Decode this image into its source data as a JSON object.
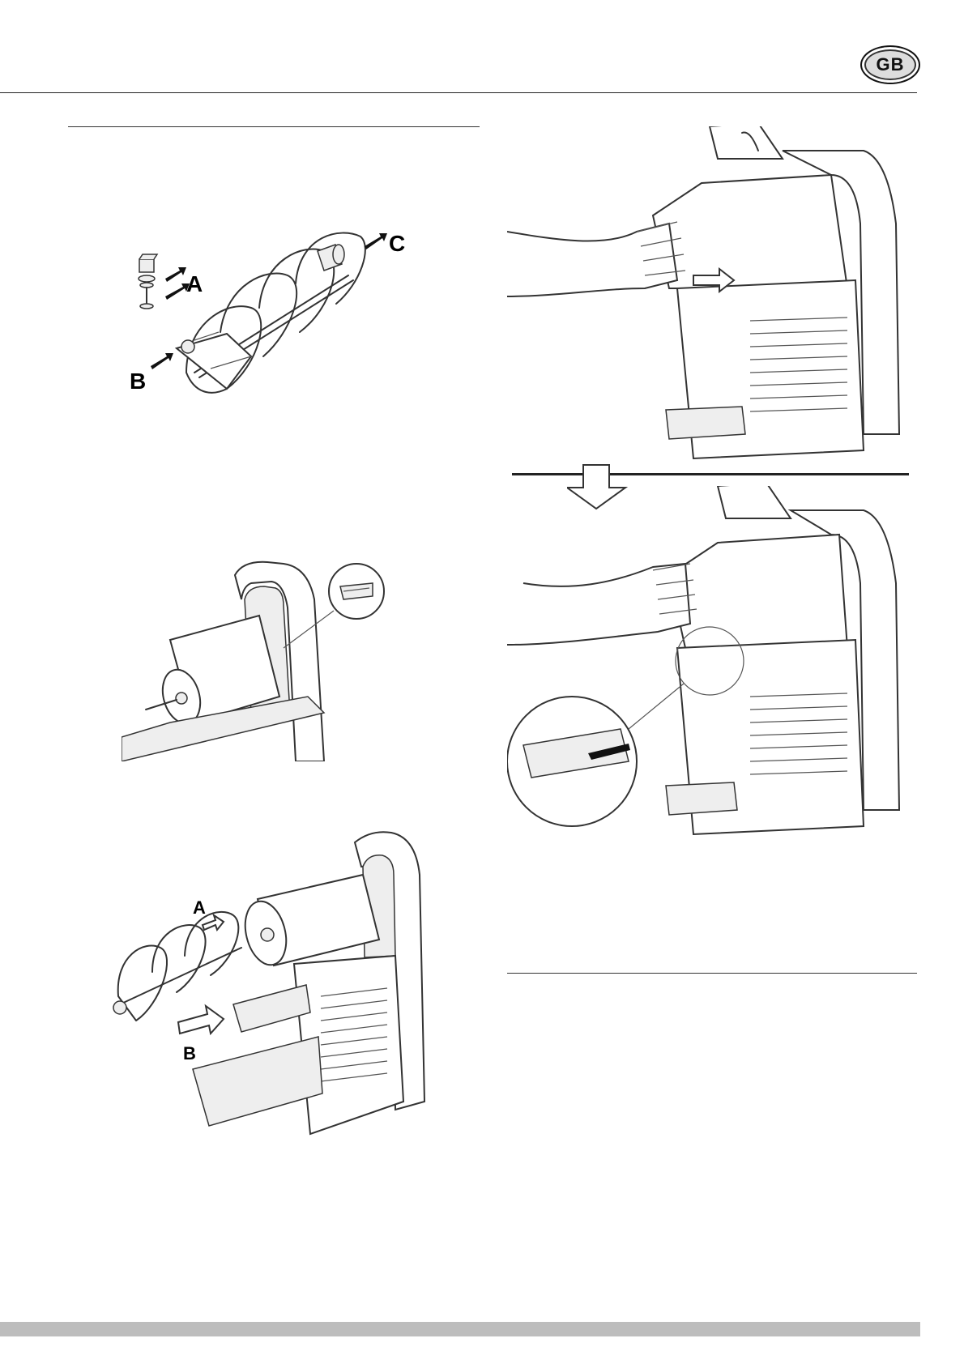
{
  "header": {
    "badge_label": "GB"
  },
  "figures": {
    "auger_exploded": {
      "labels": [
        "A",
        "B",
        "C"
      ]
    },
    "auger_assembly": {
      "labels": [
        "A",
        "B"
      ]
    }
  },
  "colors": {
    "ink": "#111111",
    "rule": "#222222",
    "footer_bar": "#bdbdbd"
  }
}
